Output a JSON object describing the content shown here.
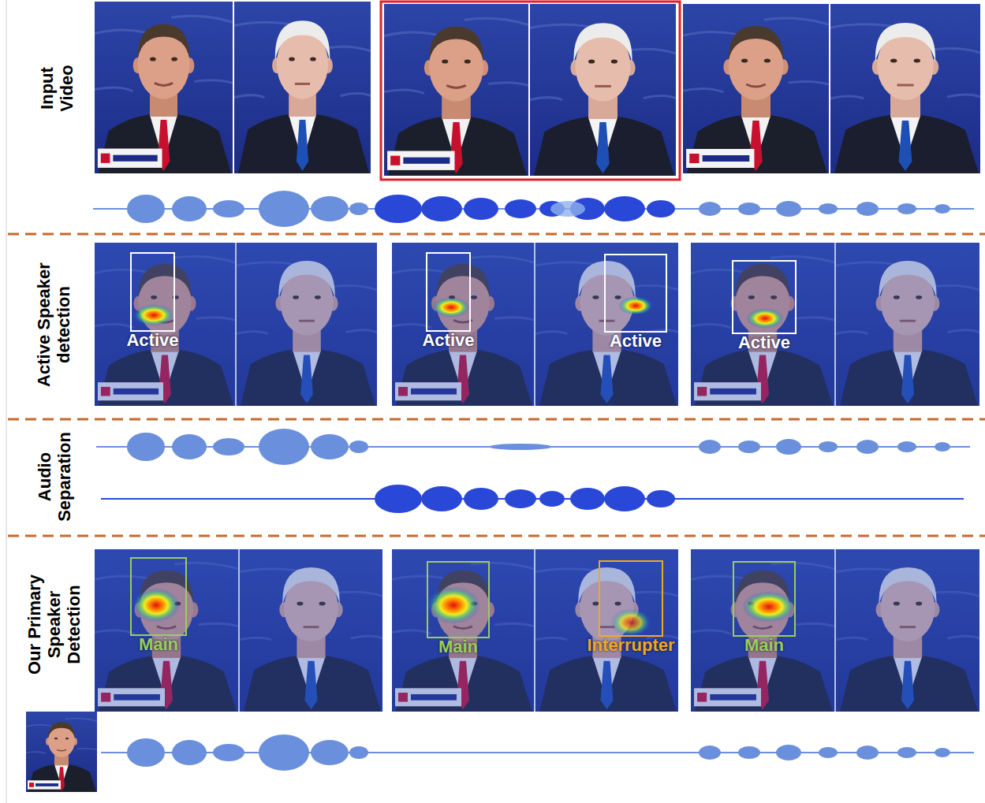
{
  "diagram": {
    "nodes": [
      {
        "text": [
          "Active"
        ]
      },
      {
        "text": [
          "Active"
        ]
      },
      {
        "text": [
          "Active"
        ]
      },
      {
        "text": [
          "Active"
        ]
      },
      {
        "text": [
          "Main"
        ]
      },
      {
        "text": [
          "Main"
        ]
      },
      {
        "text": [
          "Interrupter"
        ]
      },
      {
        "text": [
          "Main"
        ]
      }
    ],
    "labels": [
      "Input Video",
      "Active Speaker detection",
      "Audio Separation",
      "Our Primary Speaker Detection"
    ]
  }
}
